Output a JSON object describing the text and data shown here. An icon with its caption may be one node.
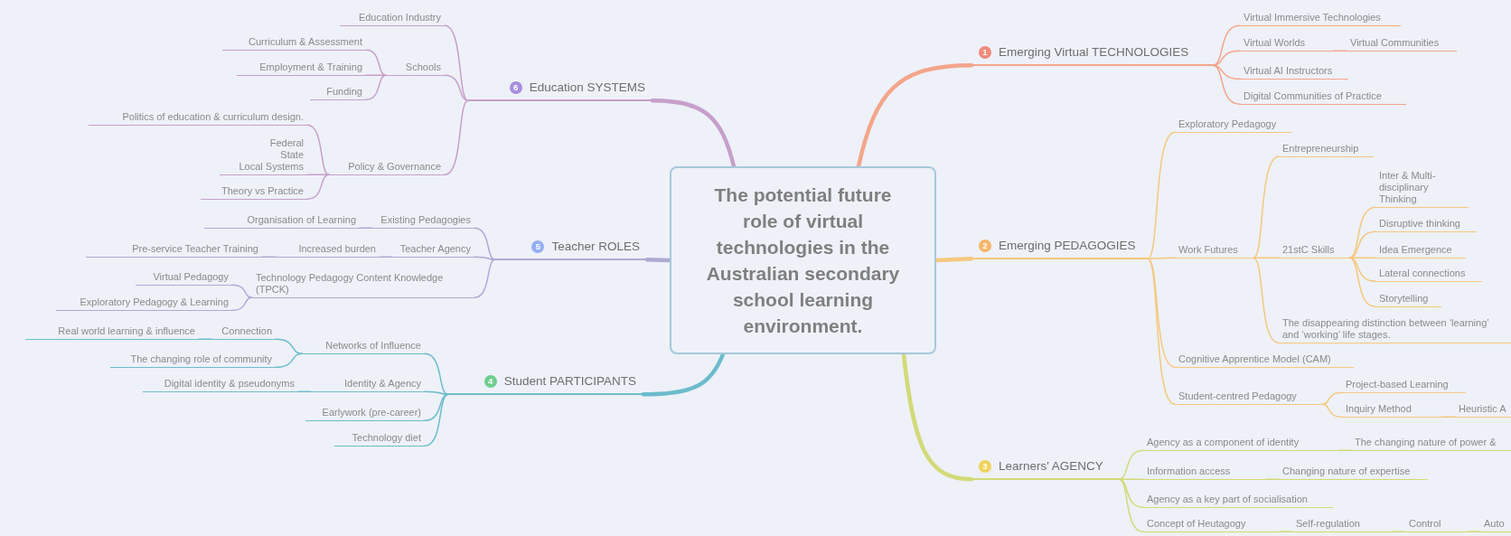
{
  "diagram": {
    "nodes": [
      {
        "text": [
          "The potential future role of virtual technologies in the Australian secondary school learning environment."
        ]
      },
      {
        "text": [
          "1",
          "Emerging Virtual TECHNOLOGIES"
        ]
      },
      {
        "text": [
          "Virtual Immersive Technologies"
        ]
      },
      {
        "text": [
          "Virtual Worlds"
        ]
      },
      {
        "text": [
          "Virtual Communities"
        ]
      },
      {
        "text": [
          "Virtual AI Instructors"
        ]
      },
      {
        "text": [
          "Digital Communities of Practice"
        ]
      },
      {
        "text": [
          "2",
          "Emerging PEDAGOGIES"
        ]
      },
      {
        "text": [
          "Exploratory Pedagogy"
        ]
      },
      {
        "text": [
          "Work Futures"
        ]
      },
      {
        "text": [
          "Entrepreneurship"
        ]
      },
      {
        "text": [
          "21stC Skills"
        ]
      },
      {
        "text": [
          "Inter & Multi-disciplinary Thinking"
        ]
      },
      {
        "text": [
          "Disruptive thinking"
        ]
      },
      {
        "text": [
          "Idea Emergence"
        ]
      },
      {
        "text": [
          "Lateral connections"
        ]
      },
      {
        "text": [
          "Storytelling"
        ]
      },
      {
        "text": [
          "The disappearing distinction between ‘learning’ and ‘working’ life stages."
        ]
      },
      {
        "text": [
          "Cognitive Apprentice Model (CAM)"
        ]
      },
      {
        "text": [
          "Student-centred Pedagogy"
        ]
      },
      {
        "text": [
          "Project-based Learning"
        ]
      },
      {
        "text": [
          "Inquiry Method"
        ]
      },
      {
        "text": [
          "Heuristic A"
        ]
      },
      {
        "text": [
          "3",
          "Learners' AGENCY"
        ]
      },
      {
        "text": [
          "Agency as a component of identity"
        ]
      },
      {
        "text": [
          "The changing nature of power &"
        ]
      },
      {
        "text": [
          "Information access"
        ]
      },
      {
        "text": [
          "Changing nature of expertise"
        ]
      },
      {
        "text": [
          "Agency as a key part of socialisation"
        ]
      },
      {
        "text": [
          "Concept of Heutagogy"
        ]
      },
      {
        "text": [
          "Self-regulation"
        ]
      },
      {
        "text": [
          "Control"
        ]
      },
      {
        "text": [
          "Auto"
        ]
      },
      {
        "text": [
          "4",
          "Student PARTICIPANTS"
        ]
      },
      {
        "text": [
          "Networks of Influence"
        ]
      },
      {
        "text": [
          "Connection"
        ]
      },
      {
        "text": [
          "Real world learning & influence"
        ]
      },
      {
        "text": [
          "The changing role of community"
        ]
      },
      {
        "text": [
          "Identity & Agency"
        ]
      },
      {
        "text": [
          "Digital identity & pseudonyms"
        ]
      },
      {
        "text": [
          "Earlywork (pre-career)"
        ]
      },
      {
        "text": [
          "Technology diet"
        ]
      },
      {
        "text": [
          "5",
          "Teacher ROLES"
        ]
      },
      {
        "text": [
          "Existing Pedagogies"
        ]
      },
      {
        "text": [
          "Organisation of Learning"
        ]
      },
      {
        "text": [
          "Teacher Agency"
        ]
      },
      {
        "text": [
          "Increased burden"
        ]
      },
      {
        "text": [
          "Pre-service Teacher Training"
        ]
      },
      {
        "text": [
          "Technology Pedagogy Content Knowledge (TPCK)"
        ]
      },
      {
        "text": [
          "Virtual Pedagogy"
        ]
      },
      {
        "text": [
          "Exploratory Pedagogy & Learning"
        ]
      },
      {
        "text": [
          "6",
          "Education SYSTEMS"
        ]
      },
      {
        "text": [
          "Education Industry"
        ]
      },
      {
        "text": [
          "Schools"
        ]
      },
      {
        "text": [
          "Curriculum & Assessment"
        ]
      },
      {
        "text": [
          "Employment & Training"
        ]
      },
      {
        "text": [
          "Funding"
        ]
      },
      {
        "text": [
          "Policy & Governance"
        ]
      },
      {
        "text": [
          "Politics of education & curriculum design."
        ]
      },
      {
        "text": [
          "Federal",
          "State",
          "Local Systems"
        ]
      },
      {
        "text": [
          "Theory vs Practice"
        ]
      }
    ],
    "edges": [
      {
        "from": 0,
        "to": 1,
        "arrow": "none",
        "style": "thick",
        "color": "#f4a58a"
      },
      {
        "from": 1,
        "to": 2,
        "arrow": "none",
        "color": "#f4a58a"
      },
      {
        "from": 1,
        "to": 3,
        "arrow": "none",
        "color": "#f4a58a"
      },
      {
        "from": 3,
        "to": 4,
        "arrow": "none",
        "color": "#f4a58a"
      },
      {
        "from": 1,
        "to": 5,
        "arrow": "none",
        "color": "#f4a58a"
      },
      {
        "from": 1,
        "to": 6,
        "arrow": "none",
        "color": "#f4a58a"
      },
      {
        "from": 0,
        "to": 7,
        "arrow": "none",
        "style": "thick",
        "color": "#f6c77f"
      },
      {
        "from": 7,
        "to": 8,
        "arrow": "none",
        "color": "#f6c77f"
      },
      {
        "from": 7,
        "to": 9,
        "arrow": "none",
        "color": "#f6c77f"
      },
      {
        "from": 9,
        "to": 10,
        "arrow": "none",
        "color": "#f6c77f"
      },
      {
        "from": 9,
        "to": 11,
        "arrow": "none",
        "color": "#f6c77f"
      },
      {
        "from": 11,
        "to": 12,
        "arrow": "none",
        "color": "#f6c77f"
      },
      {
        "from": 11,
        "to": 13,
        "arrow": "none",
        "color": "#f6c77f"
      },
      {
        "from": 11,
        "to": 14,
        "arrow": "none",
        "color": "#f6c77f"
      },
      {
        "from": 11,
        "to": 15,
        "arrow": "none",
        "color": "#f6c77f"
      },
      {
        "from": 11,
        "to": 16,
        "arrow": "none",
        "color": "#f6c77f"
      },
      {
        "from": 9,
        "to": 17,
        "arrow": "none",
        "color": "#f6c77f"
      },
      {
        "from": 7,
        "to": 18,
        "arrow": "none",
        "color": "#f6c77f"
      },
      {
        "from": 7,
        "to": 19,
        "arrow": "none",
        "color": "#f6c77f"
      },
      {
        "from": 19,
        "to": 20,
        "arrow": "none",
        "color": "#f6c77f"
      },
      {
        "from": 19,
        "to": 21,
        "arrow": "none",
        "color": "#f6c77f"
      },
      {
        "from": 21,
        "to": 22,
        "arrow": "none",
        "color": "#f6c77f"
      },
      {
        "from": 0,
        "to": 23,
        "arrow": "none",
        "style": "thick",
        "color": "#d2da78"
      },
      {
        "from": 23,
        "to": 24,
        "arrow": "none",
        "color": "#d2da78"
      },
      {
        "from": 24,
        "to": 25,
        "arrow": "none",
        "color": "#d2da78"
      },
      {
        "from": 23,
        "to": 26,
        "arrow": "none",
        "color": "#d2da78"
      },
      {
        "from": 26,
        "to": 27,
        "arrow": "none",
        "color": "#d2da78"
      },
      {
        "from": 23,
        "to": 28,
        "arrow": "none",
        "color": "#d2da78"
      },
      {
        "from": 23,
        "to": 29,
        "arrow": "none",
        "color": "#d2da78"
      },
      {
        "from": 29,
        "to": 30,
        "arrow": "none",
        "color": "#d2da78"
      },
      {
        "from": 30,
        "to": 31,
        "arrow": "none",
        "color": "#d2da78"
      },
      {
        "from": 31,
        "to": 32,
        "arrow": "none",
        "color": "#d2da78"
      },
      {
        "from": 0,
        "to": 33,
        "arrow": "none",
        "style": "thick",
        "color": "#6cbccb"
      },
      {
        "from": 33,
        "to": 34,
        "arrow": "none",
        "color": "#6cbccb"
      },
      {
        "from": 34,
        "to": 35,
        "arrow": "none",
        "color": "#6cbccb"
      },
      {
        "from": 35,
        "to": 36,
        "arrow": "none",
        "color": "#6cbccb"
      },
      {
        "from": 34,
        "to": 37,
        "arrow": "none",
        "color": "#6cbccb"
      },
      {
        "from": 33,
        "to": 38,
        "arrow": "none",
        "color": "#6cbccb"
      },
      {
        "from": 38,
        "to": 39,
        "arrow": "none",
        "color": "#6cbccb"
      },
      {
        "from": 33,
        "to": 40,
        "arrow": "none",
        "color": "#6cbccb"
      },
      {
        "from": 33,
        "to": 41,
        "arrow": "none",
        "color": "#6cbccb"
      },
      {
        "from": 0,
        "to": 42,
        "arrow": "none",
        "style": "thick",
        "color": "#aeaad3"
      },
      {
        "from": 42,
        "to": 43,
        "arrow": "none",
        "color": "#aeaad3"
      },
      {
        "from": 43,
        "to": 44,
        "arrow": "none",
        "color": "#aeaad3"
      },
      {
        "from": 42,
        "to": 45,
        "arrow": "none",
        "color": "#aeaad3"
      },
      {
        "from": 45,
        "to": 46,
        "arrow": "none",
        "color": "#aeaad3"
      },
      {
        "from": 46,
        "to": 47,
        "arrow": "none",
        "color": "#aeaad3"
      },
      {
        "from": 42,
        "to": 48,
        "arrow": "none",
        "color": "#aeaad3"
      },
      {
        "from": 48,
        "to": 49,
        "arrow": "none",
        "color": "#aeaad3"
      },
      {
        "from": 48,
        "to": 50,
        "arrow": "none",
        "color": "#aeaad3"
      },
      {
        "from": 0,
        "to": 51,
        "arrow": "none",
        "style": "thick",
        "color": "#c79fcb"
      },
      {
        "from": 51,
        "to": 52,
        "arrow": "none",
        "color": "#c79fcb"
      },
      {
        "from": 51,
        "to": 53,
        "arrow": "none",
        "color": "#c79fcb"
      },
      {
        "from": 53,
        "to": 54,
        "arrow": "none",
        "color": "#c79fcb"
      },
      {
        "from": 53,
        "to": 55,
        "arrow": "none",
        "color": "#c79fcb"
      },
      {
        "from": 53,
        "to": 56,
        "arrow": "none",
        "color": "#c79fcb"
      },
      {
        "from": 51,
        "to": 57,
        "arrow": "none",
        "color": "#c79fcb"
      },
      {
        "from": 57,
        "to": 58,
        "arrow": "none",
        "color": "#c79fcb"
      },
      {
        "from": 57,
        "to": 59,
        "arrow": "none",
        "color": "#c79fcb"
      },
      {
        "from": 57,
        "to": 60,
        "arrow": "none",
        "color": "#c79fcb"
      }
    ]
  }
}
